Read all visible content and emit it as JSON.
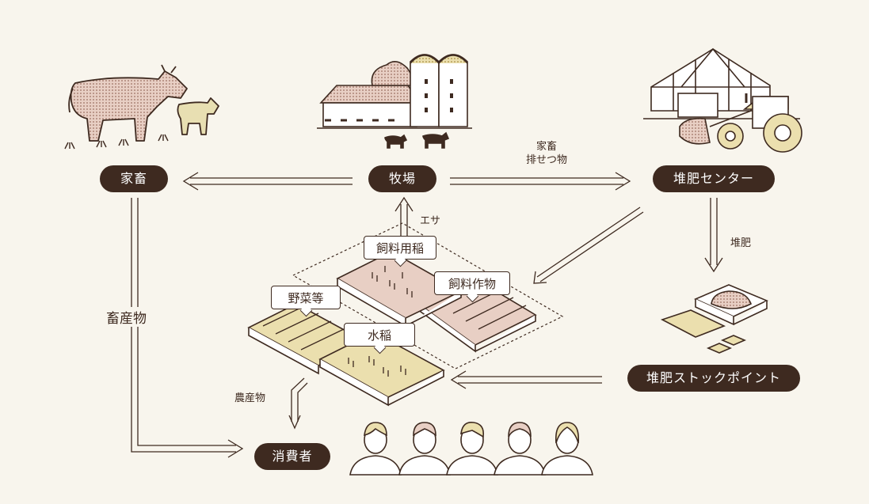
{
  "nodes": {
    "livestock": "家畜",
    "farm": "牧場",
    "compost_center": "堆肥センター",
    "compost_stock": "堆肥ストックポイント",
    "consumers": "消費者"
  },
  "edge_labels": {
    "manure": [
      "家畜",
      "排せつ物"
    ],
    "feed": "エサ",
    "compost": "堆肥",
    "livestock_products": "畜産物",
    "farm_products": "農産物"
  },
  "fields": {
    "feed_rice": "飼料用稲",
    "feed_crops": "飼料作物",
    "vegetables": "野菜等",
    "paddy_rice": "水稲"
  },
  "colors": {
    "dark_brown": "#3e2a20",
    "pink": "#e8cfc4",
    "pink_dot": "#b88a7c",
    "yellow": "#ebdfae",
    "yellow_dot": "#c0a760",
    "background": "#f8f5ed"
  }
}
